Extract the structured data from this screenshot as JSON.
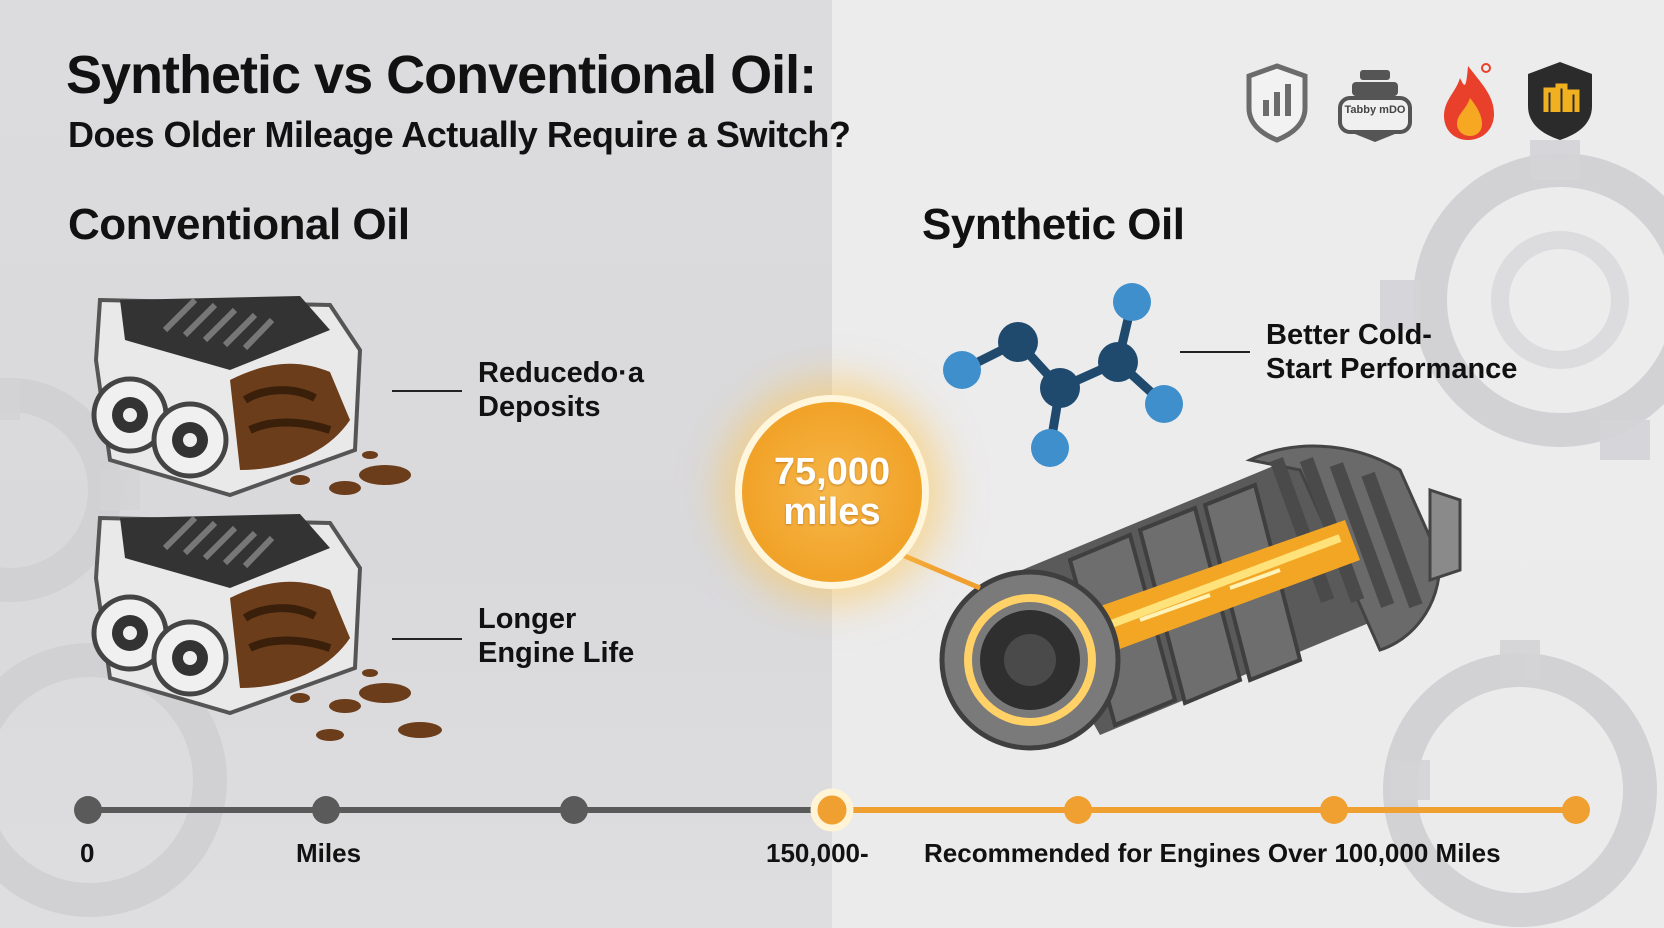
{
  "header": {
    "title": "Synthetic vs Conventional Oil:",
    "subtitle": "Does Older Mileage Actually Require a Switch?"
  },
  "top_icons": [
    "shield-chart-icon",
    "engine-badge-icon",
    "flame-icon",
    "shield-badge-icon"
  ],
  "engine_badge_text": "Tabby mDO",
  "conventional": {
    "heading": "Conventional Oil",
    "callouts": [
      {
        "line1": "Reducedo·a",
        "line2": "Deposits"
      },
      {
        "line1": "Longer",
        "line2": "Engine Life"
      }
    ]
  },
  "synthetic": {
    "heading": "Synthetic Oil",
    "callout": {
      "line1": "Better Cold-",
      "line2": "Start Performance"
    }
  },
  "badge": {
    "value": "75,000",
    "unit": "miles"
  },
  "timeline": {
    "labels": {
      "start": "0",
      "miles": "Miles",
      "mid": "150,000-",
      "recommendation": "Recommended for Engines Over 100,000 Miles"
    },
    "colors": {
      "grey": "#5a5a5a",
      "accent": "#f0a030"
    }
  }
}
